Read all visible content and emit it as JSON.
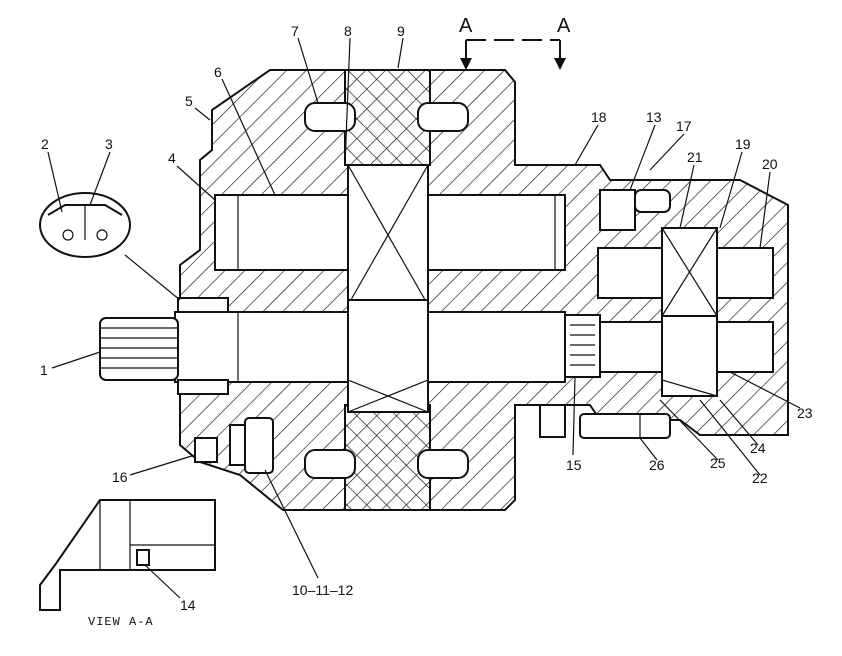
{
  "section_marker": "A",
  "callouts": {
    "c1": "1",
    "c2": "2",
    "c3": "3",
    "c4": "4",
    "c5": "5",
    "c6": "6",
    "c7": "7",
    "c8": "8",
    "c9": "9",
    "c10_12": "10–11–12",
    "c13": "13",
    "c14": "14",
    "c15": "15",
    "c16": "16",
    "c17": "17",
    "c18": "18",
    "c19": "19",
    "c20": "20",
    "c21": "21",
    "c22": "22",
    "c23": "23",
    "c24": "24",
    "c25": "25",
    "c26": "26"
  },
  "view_label": "VIEW A-A"
}
